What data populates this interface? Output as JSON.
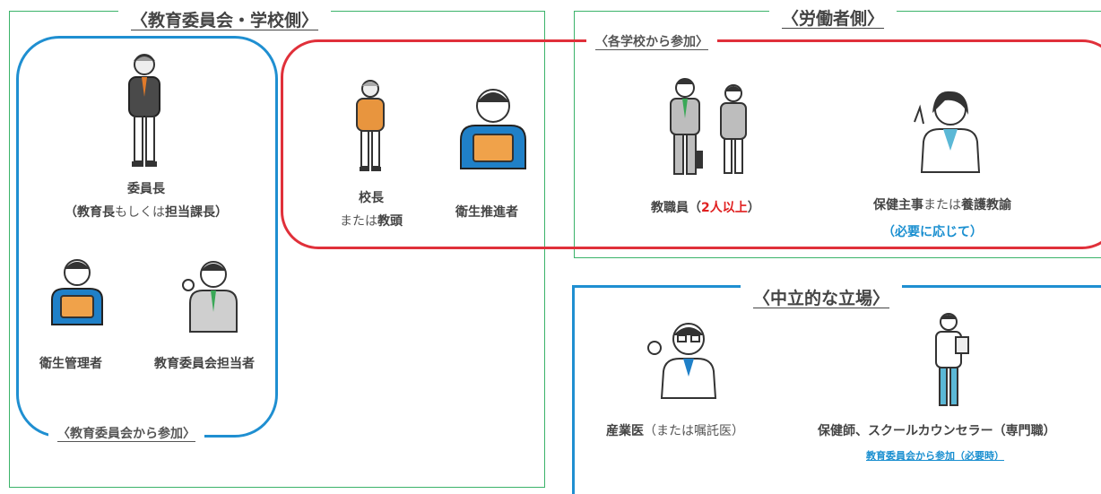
{
  "sections": {
    "board": {
      "title": "〈教育委員会・学校側〉"
    },
    "workers": {
      "title": "〈労働者側〉"
    },
    "neutral": {
      "title": "〈中立的な立場〉"
    }
  },
  "groups": {
    "board_participation": "〈教育委員会から参加〉",
    "school_participation": "〈各学校から参加〉",
    "neutral_note": "教育委員会から参加（必要時）"
  },
  "people": {
    "chair": {
      "line1": "委員長",
      "line2_a": "（",
      "line2_b": "教育長",
      "line2_c": "もしくは",
      "line2_d": "担当課長",
      "line2_e": "）"
    },
    "hygiene_manager": {
      "label": "衛生管理者"
    },
    "board_staff": {
      "label": "教育委員会担当者"
    },
    "principal": {
      "line1": "校長",
      "line2_a": "または",
      "line2_b": "教頭"
    },
    "hygiene_promoter": {
      "label": "衛生推進者"
    },
    "staff": {
      "label_a": "教職員（",
      "label_b": "2人以上",
      "label_c": "）"
    },
    "nurse_teacher": {
      "label_a": "保健主事",
      "label_b": "または",
      "label_c": "養護教諭",
      "note": "（必要に応じて）"
    },
    "doctor": {
      "label_a": "産業医",
      "label_b": "（または嘱託医）"
    },
    "counselor": {
      "label": "保健師、スクールカウンセラー（専門職）"
    }
  },
  "colors": {
    "green": "#3bb36a",
    "blue": "#1f8fd1",
    "red": "#e0303a",
    "text": "#444444"
  }
}
